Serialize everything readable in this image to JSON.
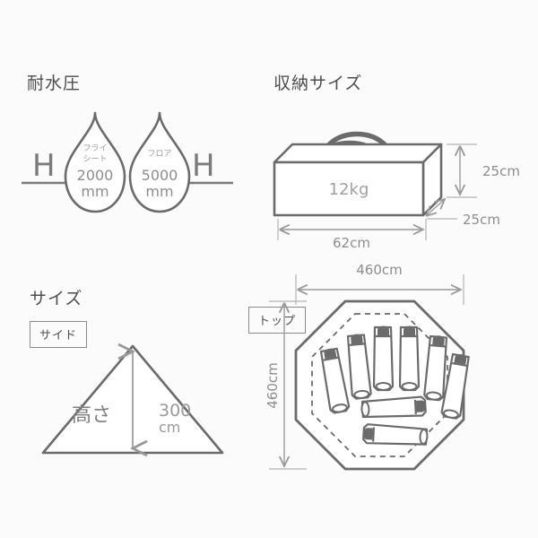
{
  "sections": {
    "water_resistance": {
      "heading": "耐水圧",
      "unit_left": "H",
      "unit_right": "H",
      "droplets": [
        {
          "label_line1": "フライ",
          "label_line2": "シート",
          "value": "2000",
          "unit": "mm"
        },
        {
          "label_line1": "フロア",
          "label_line2": "",
          "value": "5000",
          "unit": "mm"
        }
      ]
    },
    "storage_size": {
      "heading": "収納サイズ",
      "weight": "12kg",
      "dim_width": "62cm",
      "dim_height": "25cm",
      "dim_depth": "25cm"
    },
    "size": {
      "heading": "サイズ",
      "badge": "サイド",
      "height_label": "高さ",
      "height_value": "300",
      "height_unit": "cm"
    },
    "top_view": {
      "badge": "トップ",
      "dim_width": "460cm",
      "dim_height": "460cm",
      "sleeping_bags_vertical": 6,
      "sleeping_bags_horizontal": 2
    }
  },
  "colors": {
    "background": "#fbfbfb",
    "stroke_dark": "#6b6b6b",
    "stroke_mid": "#8d8d8d",
    "text_dark": "#4d4d4d",
    "text_light": "#9a9a9a",
    "fill_white": "#ffffff"
  }
}
